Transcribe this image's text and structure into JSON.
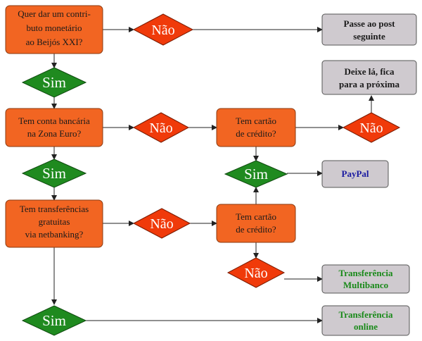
{
  "colors": {
    "question_fill": "#f26522",
    "question_stroke": "#8a3a10",
    "sim_fill": "#1f8a1f",
    "nao_fill": "#f03a0a",
    "dest_fill": "#cfcacf",
    "dest_stroke": "#555555",
    "line": "#222222",
    "text_dark": "#1a1a1a",
    "paypal_text": "#1a1aa0",
    "green_text": "#1a8a1a"
  },
  "questions": {
    "q1": [
      "Quer dar um contri-",
      "buto monetário",
      "ao Beijós XXI?"
    ],
    "q2": [
      "Tem conta bancária",
      "na Zona Euro?"
    ],
    "q3": [
      "Tem transferências",
      "gratuitas",
      "via netbanking?"
    ],
    "q4": [
      "Tem cartão",
      "de crédito?"
    ],
    "q5": [
      "Tem cartão",
      "de crédito?"
    ]
  },
  "decisions": {
    "sim_label": "Sim",
    "nao_label": "Não"
  },
  "destinations": {
    "d1": [
      "Passe ao post",
      "seguinte"
    ],
    "d2": [
      "Deixe lá, fica",
      "para a próxima"
    ],
    "d3": [
      "PayPal"
    ],
    "d4": [
      "Transferência",
      "Multibanco"
    ],
    "d5": [
      "Transferência",
      "online"
    ]
  }
}
